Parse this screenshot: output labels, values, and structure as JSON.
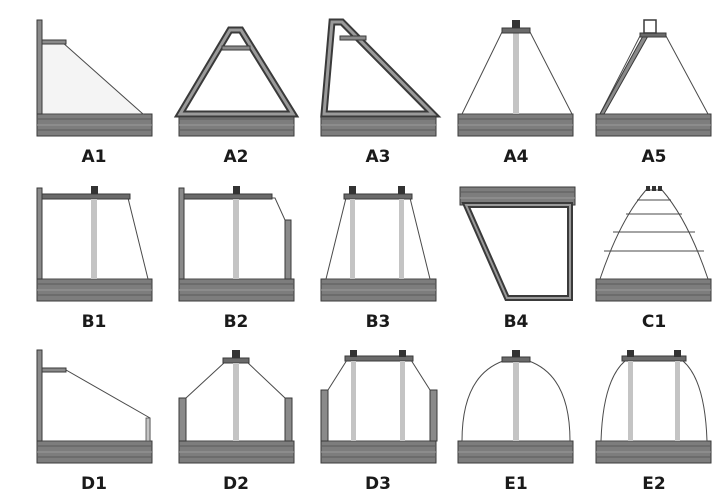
{
  "figure": {
    "panels": [
      {
        "id": "A1",
        "label": "A1"
      },
      {
        "id": "A2",
        "label": "A2"
      },
      {
        "id": "A3",
        "label": "A3"
      },
      {
        "id": "A4",
        "label": "A4"
      },
      {
        "id": "A5",
        "label": "A5"
      },
      {
        "id": "B1",
        "label": "B1"
      },
      {
        "id": "B2",
        "label": "B2"
      },
      {
        "id": "B3",
        "label": "B3"
      },
      {
        "id": "B4",
        "label": "B4"
      },
      {
        "id": "C1",
        "label": "C1"
      },
      {
        "id": "D1",
        "label": "D1"
      },
      {
        "id": "D2",
        "label": "D2"
      },
      {
        "id": "D3",
        "label": "D3"
      },
      {
        "id": "E1",
        "label": "E1"
      },
      {
        "id": "E2",
        "label": "E2"
      }
    ]
  },
  "colors": {
    "base_fill": "#7d7d7d",
    "base_stroke": "#3a3a3a",
    "frame_fill": "#8a8a8a",
    "rod": "#c4c4c4",
    "line": "#4a4a4a",
    "label": "#1a1a1a"
  }
}
